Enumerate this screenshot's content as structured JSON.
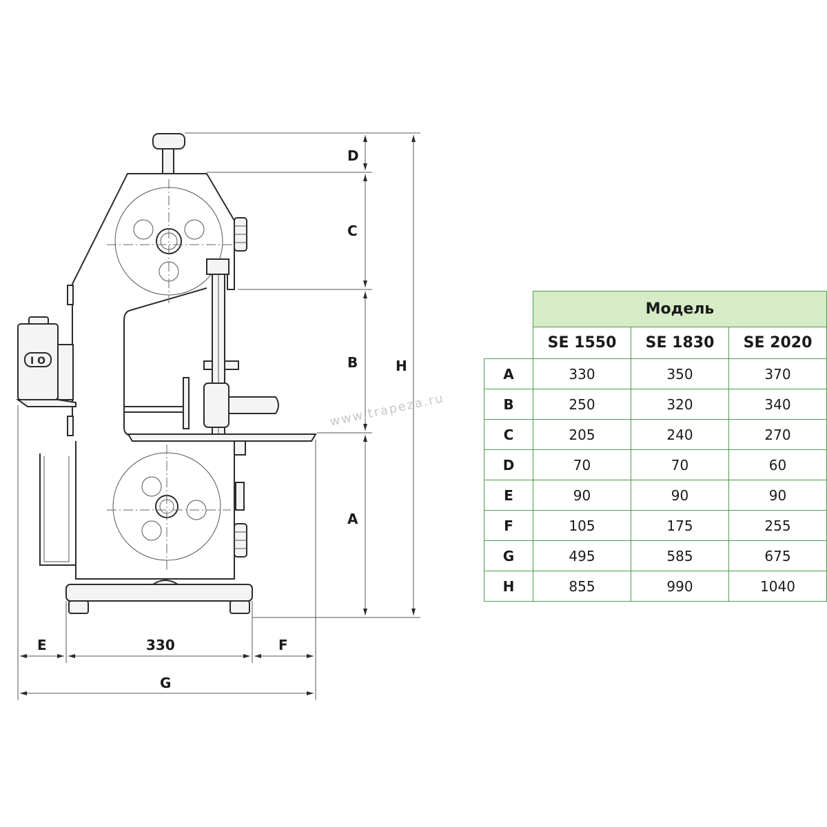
{
  "watermark": "www.trapeza.ru",
  "drawing": {
    "dimension_labels": {
      "D": "D",
      "C": "C",
      "B": "B",
      "A": "A",
      "H": "H",
      "E": "E",
      "base_width": "330",
      "F": "F",
      "G": "G"
    }
  },
  "table": {
    "header": "Модель",
    "models": [
      "SE 1550",
      "SE 1830",
      "SE 2020"
    ],
    "rows": [
      {
        "label": "A",
        "values": [
          "330",
          "350",
          "370"
        ]
      },
      {
        "label": "B",
        "values": [
          "250",
          "320",
          "340"
        ]
      },
      {
        "label": "C",
        "values": [
          "205",
          "240",
          "270"
        ]
      },
      {
        "label": "D",
        "values": [
          "70",
          "70",
          "60"
        ]
      },
      {
        "label": "E",
        "values": [
          "90",
          "90",
          "90"
        ]
      },
      {
        "label": "F",
        "values": [
          "105",
          "175",
          "255"
        ]
      },
      {
        "label": "G",
        "values": [
          "495",
          "585",
          "675"
        ]
      },
      {
        "label": "H",
        "values": [
          "855",
          "990",
          "1040"
        ]
      }
    ]
  },
  "colors": {
    "table_border": "#4f9a4f",
    "header_fill": "#d6ecc7"
  }
}
